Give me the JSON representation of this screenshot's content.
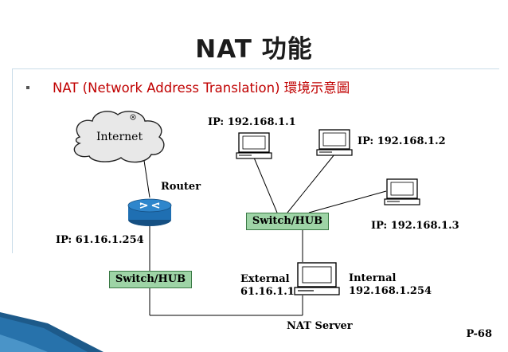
{
  "title": "NAT 功能",
  "bullet": "NAT (Network Address Translation) 環境示意圖",
  "nodes": {
    "internet": "Internet",
    "router": "Router",
    "router_ip": "IP: 61.16.1.254",
    "switch_left": "Switch/HUB",
    "switch_center": "Switch/HUB",
    "pc1_ip": "IP: 192.168.1.1",
    "pc2_ip": "IP: 192.168.1.2",
    "pc3_ip": "IP: 192.168.1.3",
    "external_label": "External",
    "external_ip": "61.16.1.1",
    "internal_label": "Internal",
    "internal_ip": "192.168.1.254",
    "nat_server": "NAT Server"
  },
  "page_number": "P-68",
  "colors": {
    "title_text": "#1c1c1c",
    "bullet_text": "#c00000",
    "switch_fill": "#9ed4a6",
    "router_fill": "#1f6fb2",
    "footer_blue": "#1d5a8a"
  }
}
